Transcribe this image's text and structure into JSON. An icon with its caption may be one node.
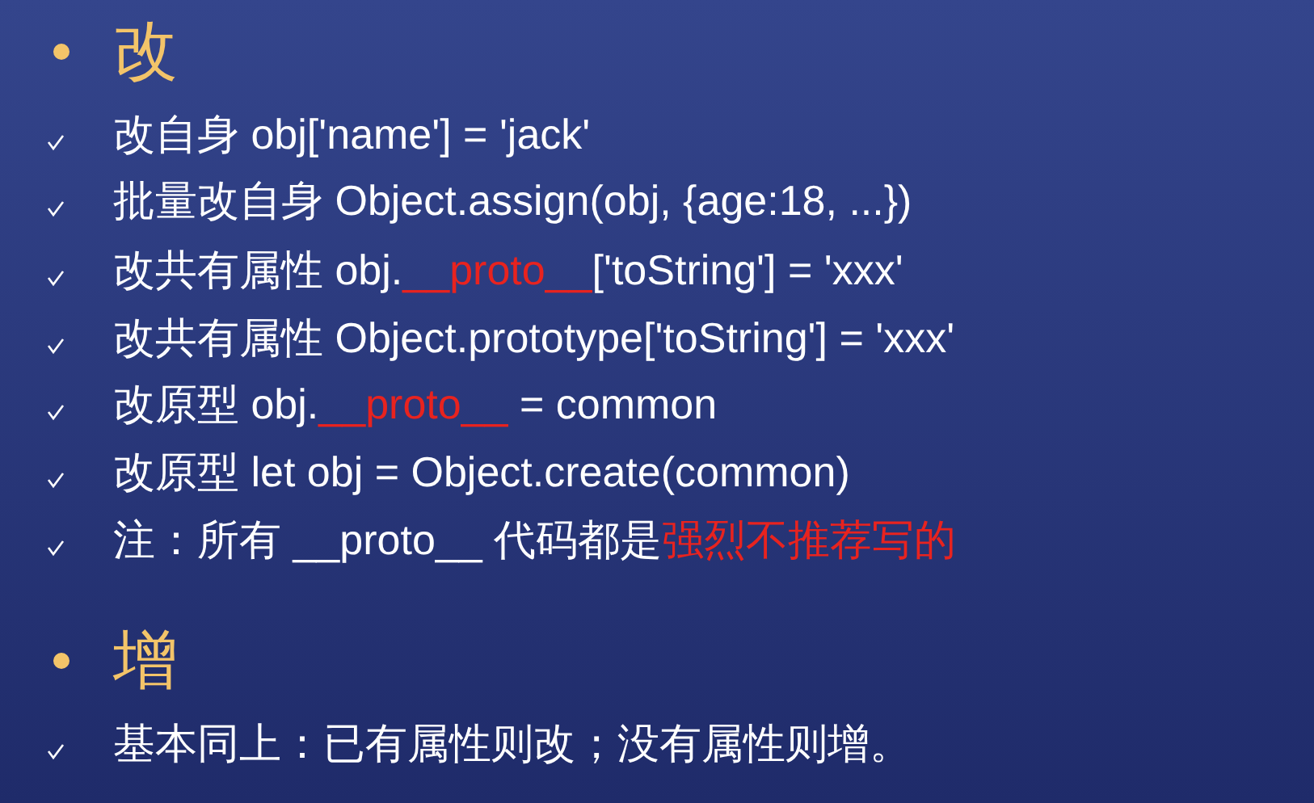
{
  "diagram": {
    "labels": [
      "改",
      "改自身 obj['name'] = 'jack'",
      "批量改自身 Object.assign(obj, {age:18, ...})",
      "改共有属性 obj.**__proto__**['toString'] = 'xxx'",
      "改共有属性 Object.prototype['toString'] = 'xxx'",
      "改原型 obj.**__proto__** = common",
      "改原型 let obj = Object.create(common)",
      "注：所有 __proto__ 代码都是**强烈不推荐写的**",
      "增",
      "基本同上：已有属性则改；没有属性则增。"
    ]
  }
}
